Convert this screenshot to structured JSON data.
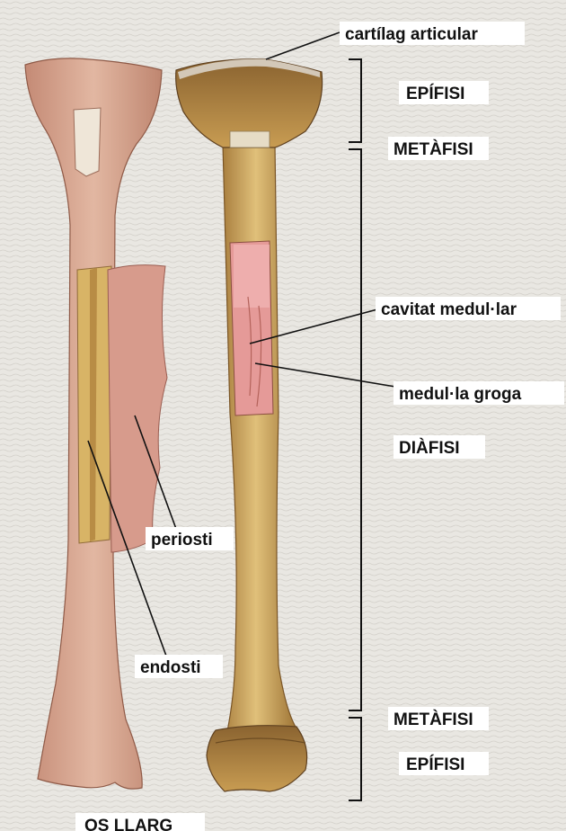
{
  "labels": {
    "cartilag_articular": "cartílag articular",
    "epifisi_top": "EPÍFISI",
    "metafisi_top": "METÀFISI",
    "cavitat_medullar": "cavitat medul·lar",
    "medulla_groga": "medul·la groga",
    "diafisi": "DIÀFISI",
    "periosti": "periosti",
    "endosti": "endosti",
    "metafisi_bottom": "METÀFISI",
    "epifisi_bottom": "EPÍFISI",
    "caption": "OS LLARG"
  },
  "colors": {
    "background": "#e9e7e2",
    "bone_light": "#d6a993",
    "bone_yellow": "#c9a055",
    "periosteum": "#d79b8c",
    "marrow": "#e59a98",
    "line": "#111111"
  }
}
